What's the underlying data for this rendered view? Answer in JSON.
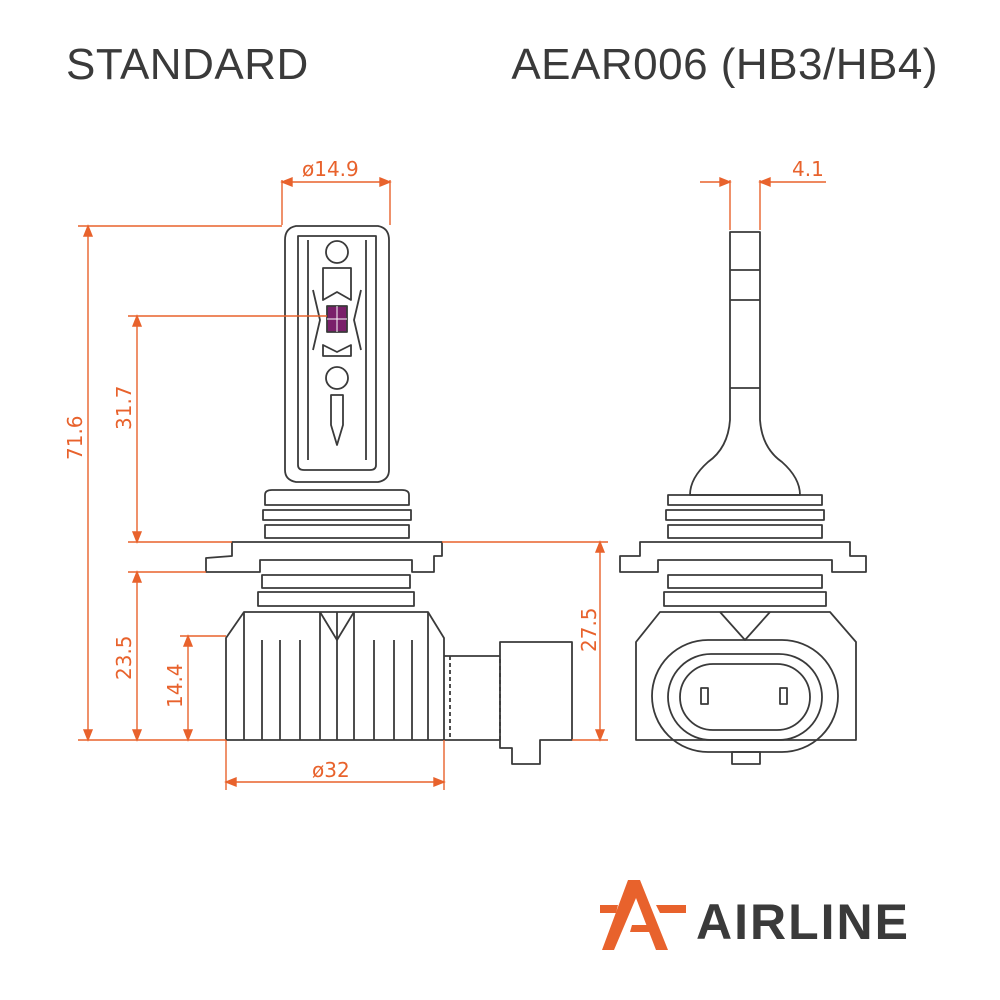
{
  "header": {
    "left_title": "STANDARD",
    "right_title": "AEAR006 (HB3/HB4)"
  },
  "dimensions": {
    "stem_diameter": "ø14.9",
    "side_thickness": "4.1",
    "total_height": "71.6",
    "emitter_height": "31.7",
    "base_height": "23.5",
    "body_height": "14.4",
    "body_diameter": "ø32",
    "connector_height": "27.5"
  },
  "brand": {
    "name": "AIRLINE",
    "accent_color": "#e8622c",
    "text_color": "#3a3a3a"
  },
  "colors": {
    "outline": "#3a3a3a",
    "dimension": "#e8622c",
    "led_chip": "#7a1f6a"
  }
}
